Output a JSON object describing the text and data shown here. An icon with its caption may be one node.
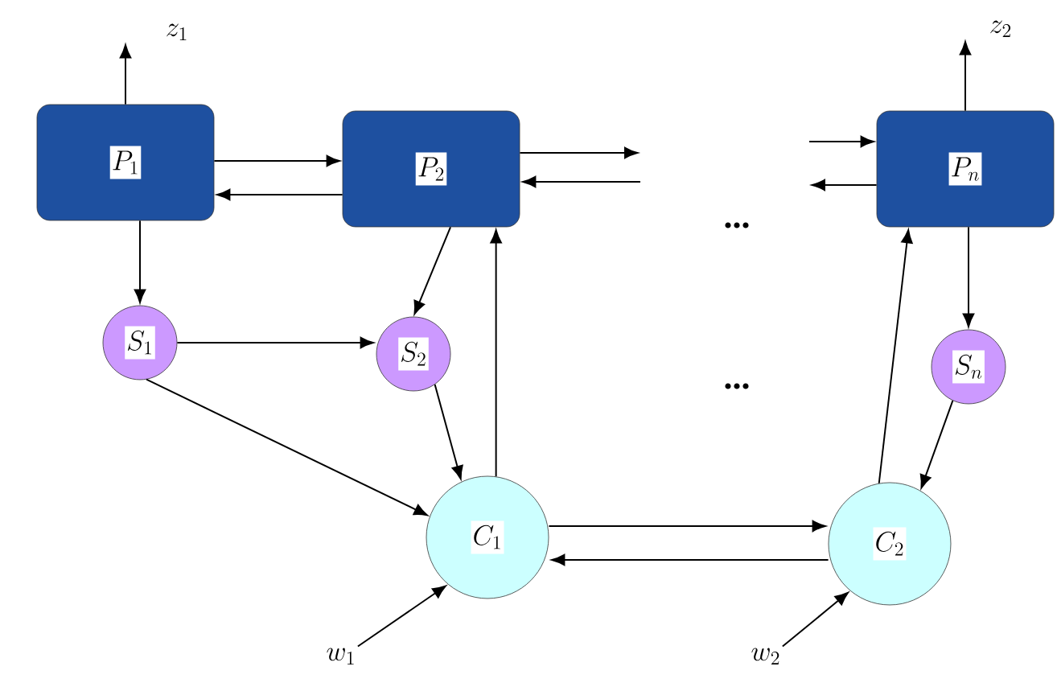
{
  "diagram": {
    "nodes": [
      {
        "text": [
          "P_1"
        ]
      },
      {
        "text": [
          "P_2"
        ]
      },
      {
        "text": [
          "P_n"
        ]
      },
      {
        "text": [
          "S_1"
        ]
      },
      {
        "text": [
          "S_2"
        ]
      },
      {
        "text": [
          "S_n"
        ]
      },
      {
        "text": [
          "C_1"
        ]
      },
      {
        "text": [
          "C_2"
        ]
      },
      {
        "text": [
          "z_1"
        ]
      },
      {
        "text": [
          "z_2"
        ]
      },
      {
        "text": [
          "w_1"
        ]
      },
      {
        "text": [
          "w_2"
        ]
      }
    ],
    "edges": [
      {
        "from": 0,
        "to": 1,
        "arrow": "to"
      },
      {
        "from": 1,
        "to": 0,
        "arrow": "to"
      },
      {
        "from": 1,
        "to": null,
        "arrow": "to"
      },
      {
        "from": null,
        "to": 1,
        "arrow": "to"
      },
      {
        "from": null,
        "to": 2,
        "arrow": "to"
      },
      {
        "from": 2,
        "to": null,
        "arrow": "to"
      },
      {
        "from": 0,
        "to": 8,
        "arrow": "to"
      },
      {
        "from": 2,
        "to": 9,
        "arrow": "to"
      },
      {
        "from": 0,
        "to": 3,
        "arrow": "to"
      },
      {
        "from": 1,
        "to": 4,
        "arrow": "to"
      },
      {
        "from": 2,
        "to": 5,
        "arrow": "to"
      },
      {
        "from": 3,
        "to": 4,
        "arrow": "to"
      },
      {
        "from": 3,
        "to": 6,
        "arrow": "to"
      },
      {
        "from": 4,
        "to": 6,
        "arrow": "to"
      },
      {
        "from": 6,
        "to": 1,
        "arrow": "to"
      },
      {
        "from": 7,
        "to": 2,
        "arrow": "to"
      },
      {
        "from": 5,
        "to": 7,
        "arrow": "to"
      },
      {
        "from": 6,
        "to": 7,
        "arrow": "to"
      },
      {
        "from": 7,
        "to": 6,
        "arrow": "to"
      },
      {
        "from": 10,
        "to": 6,
        "arrow": "to"
      },
      {
        "from": 11,
        "to": 7,
        "arrow": "to"
      }
    ],
    "labels": [
      "...",
      "..."
    ]
  }
}
